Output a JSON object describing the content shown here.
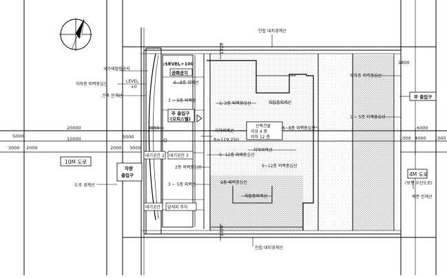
{
  "dimensions": {
    "d5000_left": "5000",
    "d20000": "20000",
    "d3000_left": "3000",
    "d2000_left": "2000",
    "d10000": "10000",
    "d5000_mid": "5000",
    "d2000_mid": "2000",
    "d3000_mid": "3000",
    "d2850": "2850",
    "d1800": "1800",
    "d6000": "6000",
    "d1000_a": "1000",
    "d4000": "4000",
    "d1000_b": "1000",
    "d1320_top": "1320",
    "d1320_bottom": "1320",
    "elev": "R=119.250"
  },
  "labels": {
    "top_boundary": "인접 대지경계선",
    "bottom_boundary": "인접 대지경계선",
    "level": "LEVEL+100",
    "public_space": "공개공지",
    "level_zero_top": "LEVEL",
    "level_zero_bot": "±0",
    "underground_limit": "자하층 외벽중심선",
    "building_line_left": "건축 한계선",
    "entrance_left": "국가재벌림공지",
    "floors_6_8_left": "6~8층 외벽선",
    "floors_3_5_top": "3 ~ 5층 외벽선",
    "floors_1_2": "1, 2층 외벽중심선",
    "stair_core": "옥탑층외벽선",
    "main_entrance_a": "주 출입구",
    "main_entrance_b": "(오피스텔)",
    "new_building": "신축건물",
    "above_ground": "지상  4 층",
    "below_ground": "지하  12 층",
    "under_slab": "지하외벽선",
    "underground_outer": "지하외벽선",
    "waiting_space_3": "대기공간 3",
    "floors_9_12_a": "9~12층 외벽중심선",
    "floors_9_12_b": "9~12층 외벽중심선",
    "waiting_space_2": "대기공간 2",
    "floors_2_ext": "2층 외벽중심선",
    "floors_3_5_bot": "3 ~ 5층 외벽선",
    "floors_1_ext": "1층 외벽중심선",
    "rooftop_ext": "옥탑층외벽선",
    "waiting_space_1": "대기공간",
    "parking_entrance": "앞세지 주차",
    "car_entrance_a": "차량",
    "car_entrance_b": "출입구",
    "road_boundary": "도로 경계선",
    "road_10m": "10M 도로",
    "road_4m": "4M 도로",
    "road_4m_sub": "(보행 우선도로)",
    "building_line_right": "북면 한계선",
    "sub_entrance": "부 출입구",
    "floors_6_8_right": "6~8층 외벽중심선",
    "floors_1_5": "1 ~ 5층 외벽중심선",
    "underground_right": "지하층 외벽중심선"
  },
  "icons": {
    "north_arrow": "north-arrow-icon",
    "triangle_marker": "triangle-marker-icon"
  }
}
